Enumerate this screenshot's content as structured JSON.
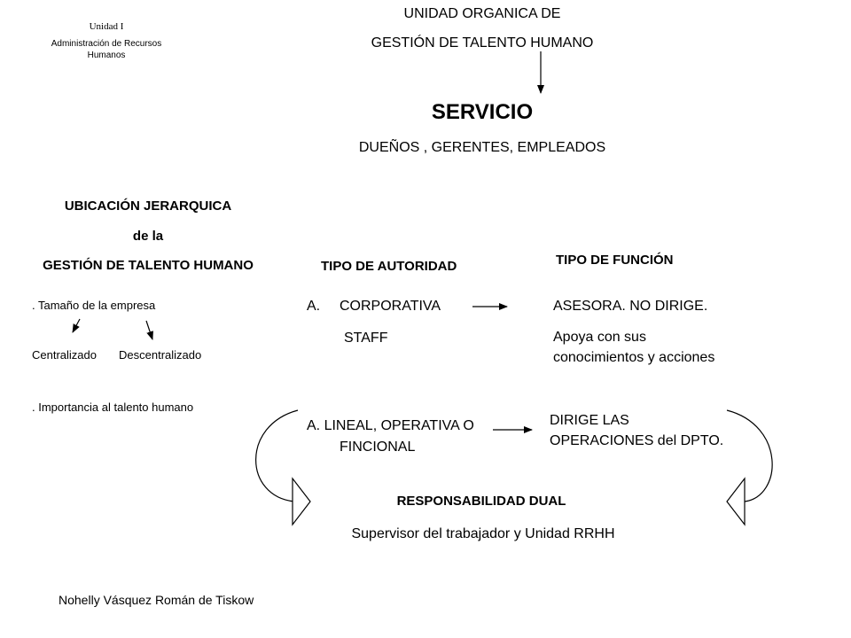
{
  "header": {
    "unit": "Unidad I",
    "subject_line1": "Administración de Recursos",
    "subject_line2": "Humanos"
  },
  "top": {
    "line1": "UNIDAD ORGANICA DE",
    "line2": "GESTIÓN DE TALENTO HUMANO",
    "servicio": "SERVICIO",
    "servicio_sub": "DUEÑOS , GERENTES, EMPLEADOS"
  },
  "left": {
    "title_line1": "UBICACIÓN JERARQUICA",
    "title_line2": "de la",
    "title_line3": "GESTIÓN DE TALENTO HUMANO",
    "item1": ". Tamaño de la empresa",
    "centralizado": "Centralizado",
    "descentralizado": "Descentralizado",
    "item2": ". Importancia al talento humano"
  },
  "autoridad": {
    "title": "TIPO DE AUTORIDAD",
    "a_marker": "A.",
    "a_label": "CORPORATIVA",
    "a_sub": "STAFF",
    "b_line1": "A. LINEAL, OPERATIVA O",
    "b_line2": "FINCIONAL"
  },
  "funcion": {
    "title": "TIPO DE FUNCIÓN",
    "a_line1": "ASESORA. NO DIRIGE.",
    "a_line2": "Apoya con sus",
    "a_line3": "conocimientos y acciones",
    "b_line1": "DIRIGE LAS",
    "b_line2": "OPERACIONES del DPTO."
  },
  "dual": {
    "title": "RESPONSABILIDAD DUAL",
    "sub": "Supervisor del trabajador  y Unidad RRHH"
  },
  "footer": {
    "author": "Nohelly Vásquez Román de Tiskow"
  }
}
